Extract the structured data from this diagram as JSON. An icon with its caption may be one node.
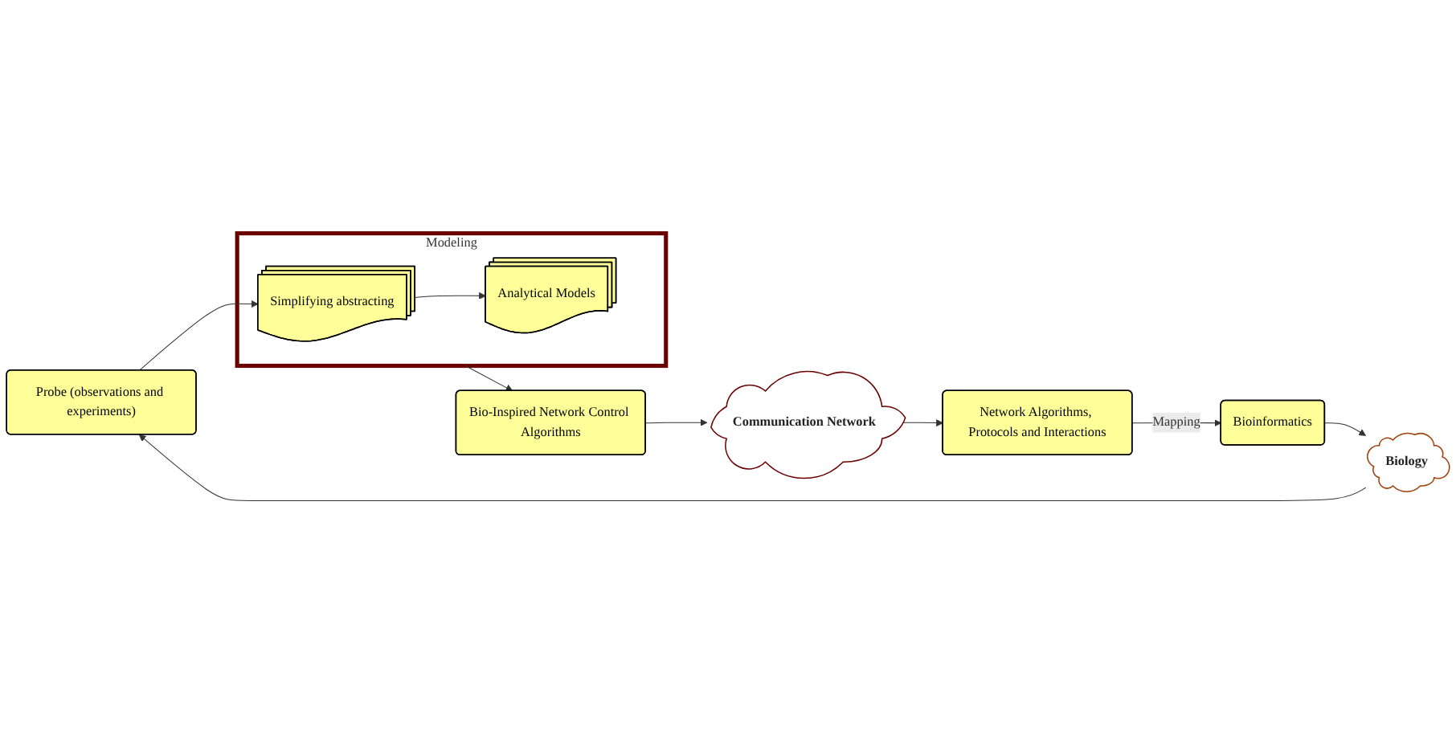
{
  "diagram": {
    "nodes": [
      {
        "text": [
          "Probe (observations and experiments)"
        ]
      },
      {
        "text": [
          "Modeling"
        ]
      },
      {
        "text": [
          "Simplifying abstracting"
        ],
        "in": 1
      },
      {
        "text": [
          "Analytical Models"
        ],
        "in": 1
      },
      {
        "text": [
          "Bio-Inspired Network Control Algorithms"
        ]
      },
      {
        "text": [
          "Biology"
        ]
      },
      {
        "text": [
          "Communication Network"
        ]
      },
      {
        "text": [
          "Bioinformatics"
        ]
      },
      {
        "text": [
          "Network Algorithms, Protocols and Interactions"
        ]
      }
    ],
    "edges": [
      {
        "from": 0,
        "to": 2,
        "arrow": "to"
      },
      {
        "from": 2,
        "to": 3,
        "arrow": "to"
      },
      {
        "from": 1,
        "to": 4,
        "arrow": "to"
      },
      {
        "from": 4,
        "to": 6,
        "arrow": "to"
      },
      {
        "from": 6,
        "to": 8,
        "arrow": "to"
      },
      {
        "from": 8,
        "to": 7,
        "label": "Mapping",
        "arrow": "to"
      },
      {
        "from": 7,
        "to": 5,
        "arrow": "to"
      },
      {
        "from": 5,
        "to": 0,
        "arrow": "to"
      }
    ]
  }
}
